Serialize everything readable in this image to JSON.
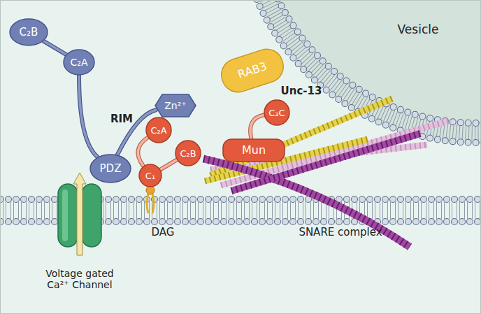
{
  "diagram": {
    "nodes": [
      {
        "text": [
          "C₂B"
        ]
      },
      {
        "text": [
          "C₂A"
        ]
      },
      {
        "text": [
          "Zn²⁺"
        ]
      },
      {
        "text": [
          "RAB3"
        ]
      },
      {
        "text": [
          "C₂A"
        ]
      },
      {
        "text": [
          "C₂C"
        ]
      },
      {
        "text": [
          "C₂B"
        ]
      },
      {
        "text": [
          "Mun"
        ]
      },
      {
        "text": [
          "PDZ"
        ]
      },
      {
        "text": [
          "C₁"
        ]
      }
    ],
    "edges": [
      {
        "from": 0,
        "to": 1,
        "arrow": "none"
      },
      {
        "from": 1,
        "to": 8,
        "arrow": "none"
      },
      {
        "from": 8,
        "to": 2,
        "arrow": "none"
      },
      {
        "from": 4,
        "to": 9,
        "arrow": "none"
      },
      {
        "from": 9,
        "to": 6,
        "arrow": "none"
      },
      {
        "from": 5,
        "to": 7,
        "arrow": "none"
      }
    ],
    "labels": [
      "RIM",
      "Unc-13",
      "Vesicle",
      "DAG",
      "SNARE complex",
      "Voltage gated Ca²⁺ Channel"
    ]
  }
}
